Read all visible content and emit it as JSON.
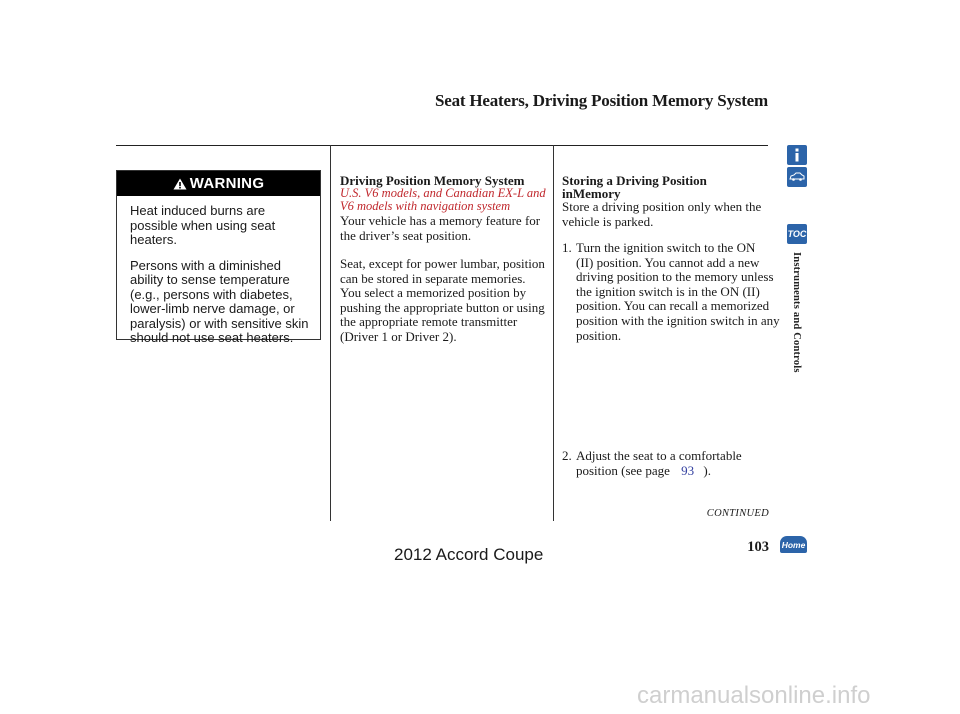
{
  "header": {
    "title": "Seat Heaters, Driving Position Memory System"
  },
  "warning": {
    "label": "WARNING",
    "paragraphs": [
      "Heat induced burns are possible when using seat heaters.",
      "Persons with a diminished ability to sense temperature (e.g., persons with diabetes, lower-limb nerve damage, or paralysis) or with sensitive skin should not use seat heaters."
    ]
  },
  "section1": {
    "heading": "Driving Position Memory System",
    "models_note_line1": "U.S. V6 models, and Canadian EX-L and",
    "models_note_line2": "V6 models with navigation system",
    "paragraphs": [
      "Your vehicle has a memory feature for the driver’s seat position.",
      "Seat, except for power lumbar, position can be stored in separate memories. You select a memorized position by pushing the appropriate button or using the appropriate remote transmitter (Driver 1 or Driver 2)."
    ]
  },
  "section2": {
    "heading_line1": "Storing a Driving Position",
    "heading_line2": "inMemory",
    "intro": "Store a driving position only when the vehicle is parked.",
    "step1_num": "1.",
    "step1_first": "Turn the ignition switch to the ON",
    "step1_rest": "(II) position. You cannot add a new driving position to the memory unless the ignition switch is in the ON (II) position. You can recall a memorized position with the ignition switch in any position.",
    "step2_num": "2.",
    "step2_first": "Adjust the seat to a comfortable",
    "step2_before": "position (see page",
    "step2_page": "93",
    "step2_after": ")."
  },
  "footer": {
    "continued": "CONTINUED",
    "page_number": "103",
    "model": "2012 Accord Coupe",
    "site": "carmanualsonline.info"
  },
  "sidebar": {
    "section_label": "Instruments and Controls",
    "toc_label": "TOC",
    "home_label": "Home"
  },
  "colors": {
    "accent_blue": "#2c64a9",
    "note_red": "#c0282d",
    "link_blue": "#3340a0"
  }
}
